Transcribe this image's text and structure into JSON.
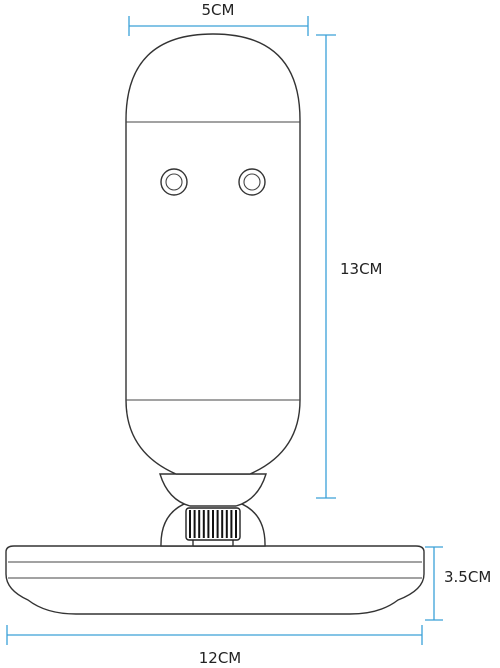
{
  "dimensions": {
    "width_top": "5CM",
    "height_body": "13CM",
    "height_base": "3.5CM",
    "width_base": "12CM"
  },
  "colors": {
    "dimension_line": "#3aa0d8",
    "outline": "#333333",
    "background": "#ffffff"
  }
}
